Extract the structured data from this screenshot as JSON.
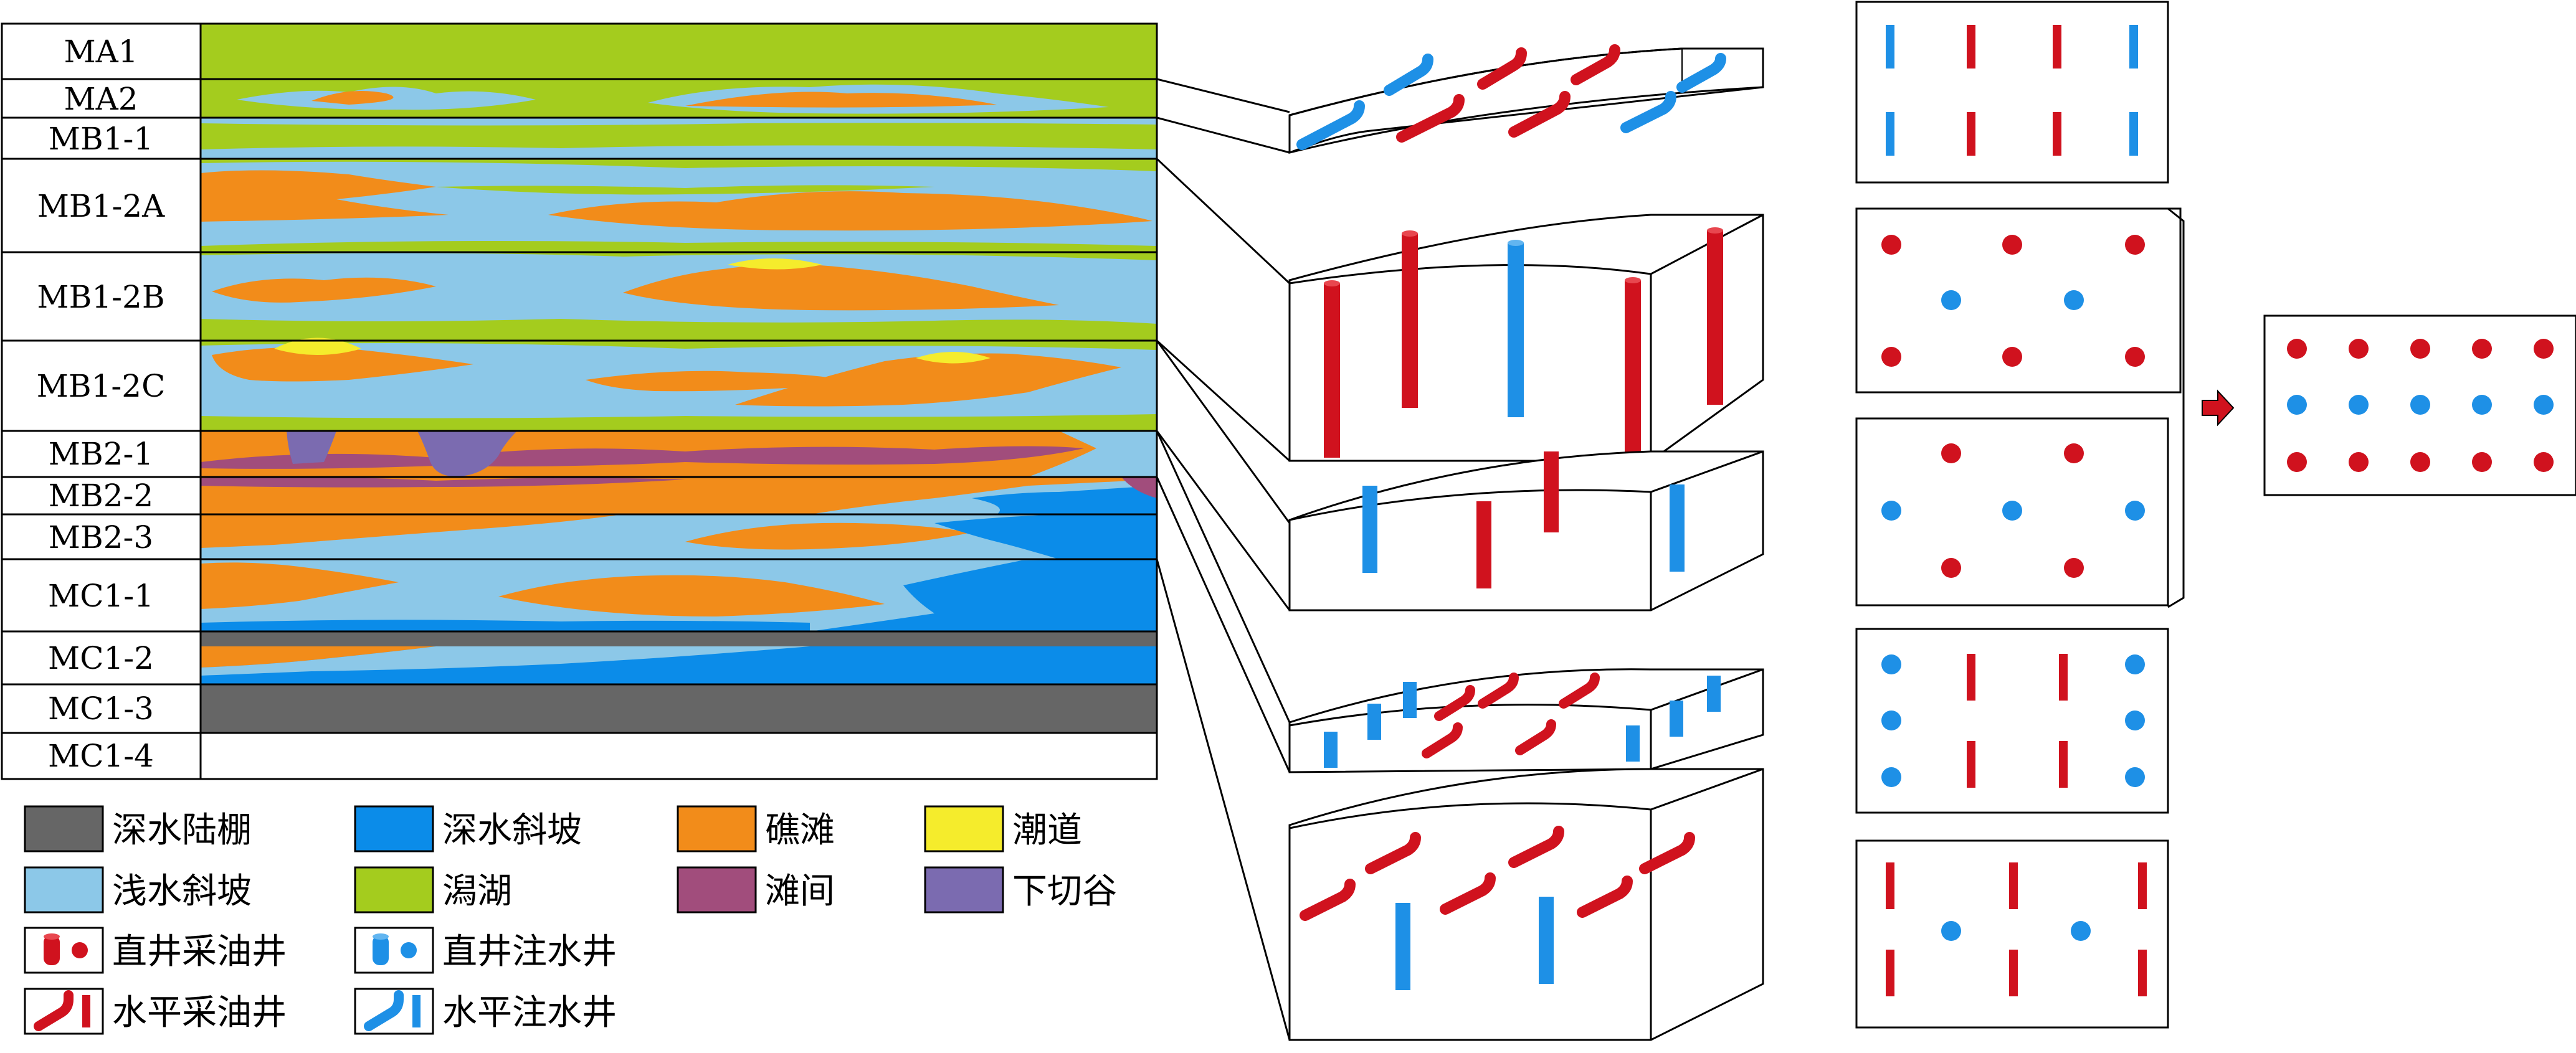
{
  "layers": [
    {
      "id": "MA1",
      "label": "MA1"
    },
    {
      "id": "MA2",
      "label": "MA2"
    },
    {
      "id": "MB1-1",
      "label": "MB1-1"
    },
    {
      "id": "MB1-2A",
      "label": "MB1-2A"
    },
    {
      "id": "MB1-2B",
      "label": "MB1-2B"
    },
    {
      "id": "MB1-2C",
      "label": "MB1-2C"
    },
    {
      "id": "MB2-1",
      "label": "MB2-1"
    },
    {
      "id": "MB2-2",
      "label": "MB2-2"
    },
    {
      "id": "MB2-3",
      "label": "MB2-3"
    },
    {
      "id": "MC1-1",
      "label": "MC1-1"
    },
    {
      "id": "MC1-2",
      "label": "MC1-2"
    },
    {
      "id": "MC1-3",
      "label": "MC1-3"
    },
    {
      "id": "MC1-4",
      "label": "MC1-4"
    }
  ],
  "facies_colors": {
    "deep_shelf": "#666666",
    "deep_slope": "#0B8CE9",
    "reef_shoal": "#F28C1A",
    "tidal_channel": "#F5EC2C",
    "shallow_slope": "#8CC8E8",
    "lagoon": "#A4CC1E",
    "inter_shoal": "#A14D7C",
    "incised_valley": "#7B6BB0"
  },
  "legend": {
    "deep_shelf": "深水陆棚",
    "deep_slope": "深水斜坡",
    "reef_shoal": "礁滩",
    "tidal_channel": "潮道",
    "shallow_slope": "浅水斜坡",
    "lagoon": "潟湖",
    "inter_shoal": "滩间",
    "incised_valley": "下切谷",
    "vertical_producer": "直井采油井",
    "vertical_injector": "直井注水井",
    "horizontal_producer": "水平采油井",
    "horizontal_injector": "水平注水井"
  },
  "well_colors": {
    "producer": "#D0121E",
    "injector": "#1E90E6"
  }
}
